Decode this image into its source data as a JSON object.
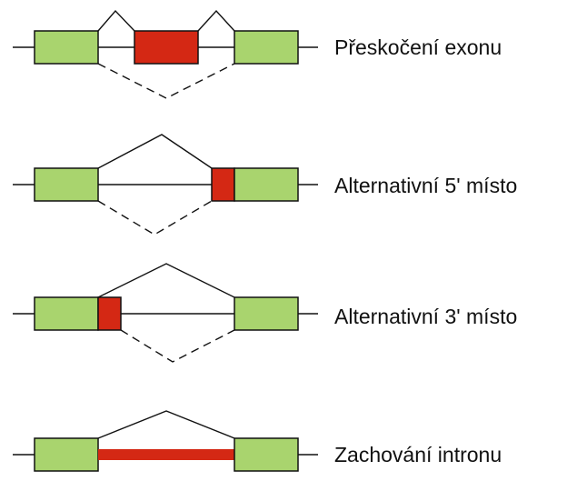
{
  "colors": {
    "exon": "#a9d46e",
    "alt": "#d42814",
    "stroke": "#111111"
  },
  "rows": [
    {
      "id": "skip",
      "label": "Přeskočení exonu"
    },
    {
      "id": "alt5",
      "label": "Alternativní 5' místo"
    },
    {
      "id": "alt3",
      "label": "Alternativní 3' místo"
    },
    {
      "id": "ret",
      "label": "Zachování intronu"
    }
  ]
}
